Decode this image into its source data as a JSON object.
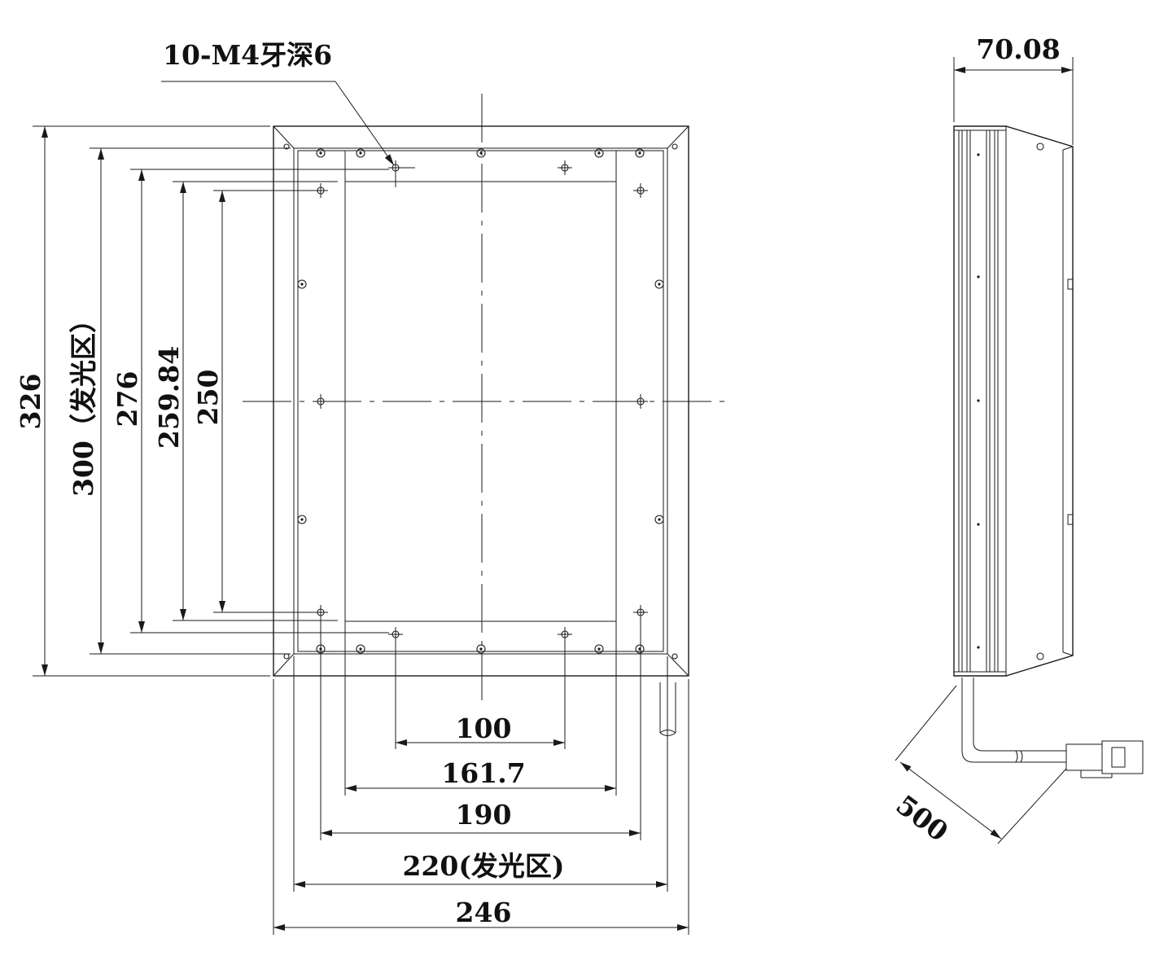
{
  "drawing": {
    "callout": "10-M4牙深6",
    "dims_vertical": {
      "overall": "326",
      "emitting": "300（发光区）",
      "d276": "276",
      "d259": "259.84",
      "d250": "250"
    },
    "dims_horizontal": {
      "d100": "100",
      "d161": "161.7",
      "d190": "190",
      "d220": "220(发光区)",
      "d246": "246"
    },
    "side_view": {
      "depth": "70.08",
      "cable_length": "500"
    }
  }
}
